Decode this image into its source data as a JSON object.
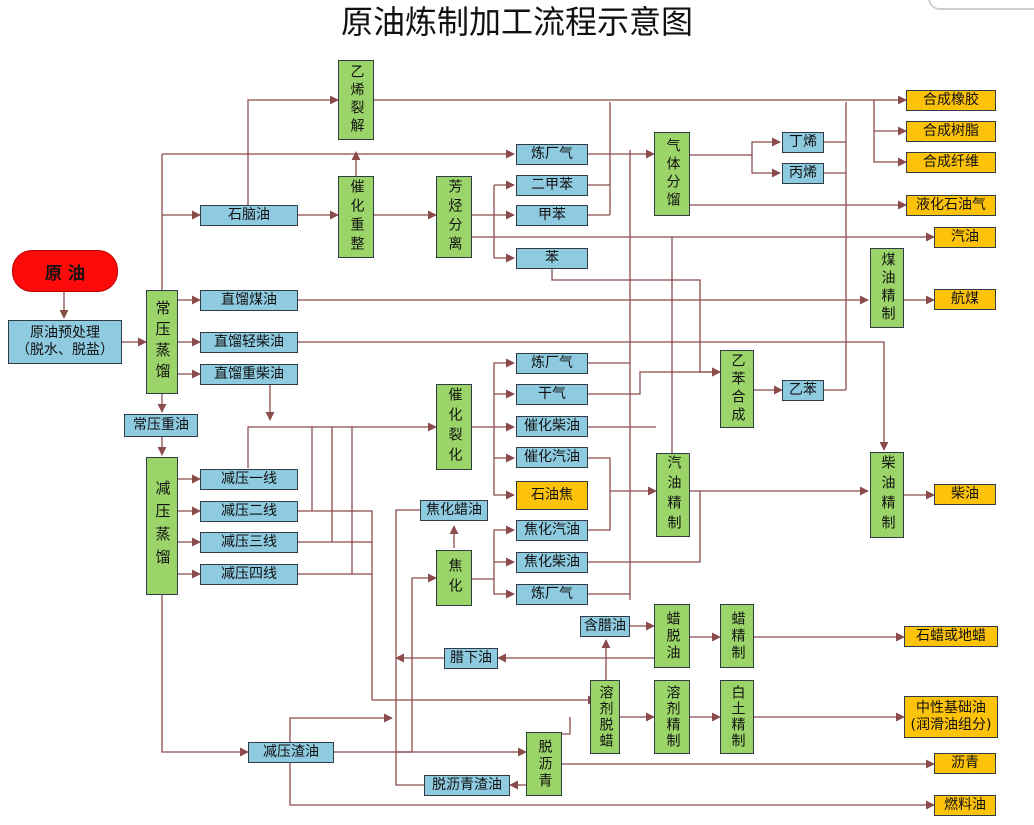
{
  "title": "原油炼制加工流程示意图",
  "colors": {
    "process_box": "#9bd469",
    "stream_box": "#8fcbe0",
    "product_box": "#fdc20a",
    "source": "#ff0a0a",
    "line": "#8b4b4b"
  },
  "nodes": {
    "crude": "原 油",
    "pretreat": "原油预处理\n（脱水、脱盐）",
    "atm": "常压蒸馏",
    "atm_resid": "常压重油",
    "vac": "减压蒸馏",
    "naphtha": "石脑油",
    "kero": "直馏煤油",
    "lgo": "直馏轻柴油",
    "hgo": "直馏重柴油",
    "vac1": "减压一线",
    "vac2": "减压二线",
    "vac3": "减压三线",
    "vac4": "减压四线",
    "vac_resid": "减压渣油",
    "ethylene_crack": "乙烯裂解",
    "reform": "催化重整",
    "arom_sep": "芳烃分离",
    "refgas1": "炼厂气",
    "xylene": "二甲苯",
    "toluene": "甲苯",
    "benzene": "苯",
    "gas_frac": "气体分馏",
    "butylene": "丁烯",
    "propylene": "丙烯",
    "kero_ref": "煤油精制",
    "fcc": "催化裂化",
    "refgas2": "炼厂气",
    "drygas": "干气",
    "fcc_diesel": "催化柴油",
    "fcc_gasoline": "催化汽油",
    "coke": "石油焦",
    "coker_wax": "焦化蜡油",
    "coker": "焦化",
    "coker_gasoline": "焦化汽油",
    "coker_diesel": "焦化柴油",
    "refgas3": "炼厂气",
    "ethylbenz_syn": "乙苯合成",
    "ethylbenz": "乙苯",
    "gas_ref": "汽油精制",
    "diesel_ref": "柴油精制",
    "wax_oil": "含腊油",
    "dewax": "蜡脱油",
    "wax_ref": "蜡精制",
    "slack": "腊下油",
    "solv_dewax": "溶剂脱蜡",
    "solv_ref": "溶剂精制",
    "clay_ref": "白土精制",
    "deasph": "脱沥青",
    "deasph_resid": "脱沥青渣油"
  },
  "products": {
    "rubber": "合成橡胶",
    "resin": "合成树脂",
    "fiber": "合成纤维",
    "lpg": "液化石油气",
    "gasoline": "汽油",
    "jet": "航煤",
    "diesel": "柴油",
    "wax": "石蜡或地蜡",
    "lube": "中性基础油\n(润滑油组分)",
    "asphalt": "沥青",
    "fuel": "燃料油"
  }
}
